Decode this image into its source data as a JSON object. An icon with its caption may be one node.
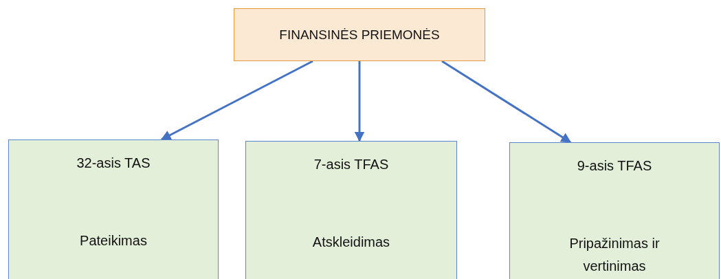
{
  "diagram": {
    "nodes": [
      {
        "text": [
          "FINANSINĖS PRIEMONĖS"
        ]
      },
      {
        "text": [
          "32-asis TAS",
          "Pateikimas"
        ]
      },
      {
        "text": [
          "7-asis TFAS",
          "Atskleidimas"
        ]
      },
      {
        "text": [
          "9-asis TFAS",
          "Pripažinimas ir vertinimas"
        ]
      }
    ],
    "edges": [
      {
        "from": 0,
        "to": 1,
        "arrow": "to"
      },
      {
        "from": 0,
        "to": 2,
        "arrow": "to"
      },
      {
        "from": 0,
        "to": 3,
        "arrow": "to"
      }
    ]
  }
}
